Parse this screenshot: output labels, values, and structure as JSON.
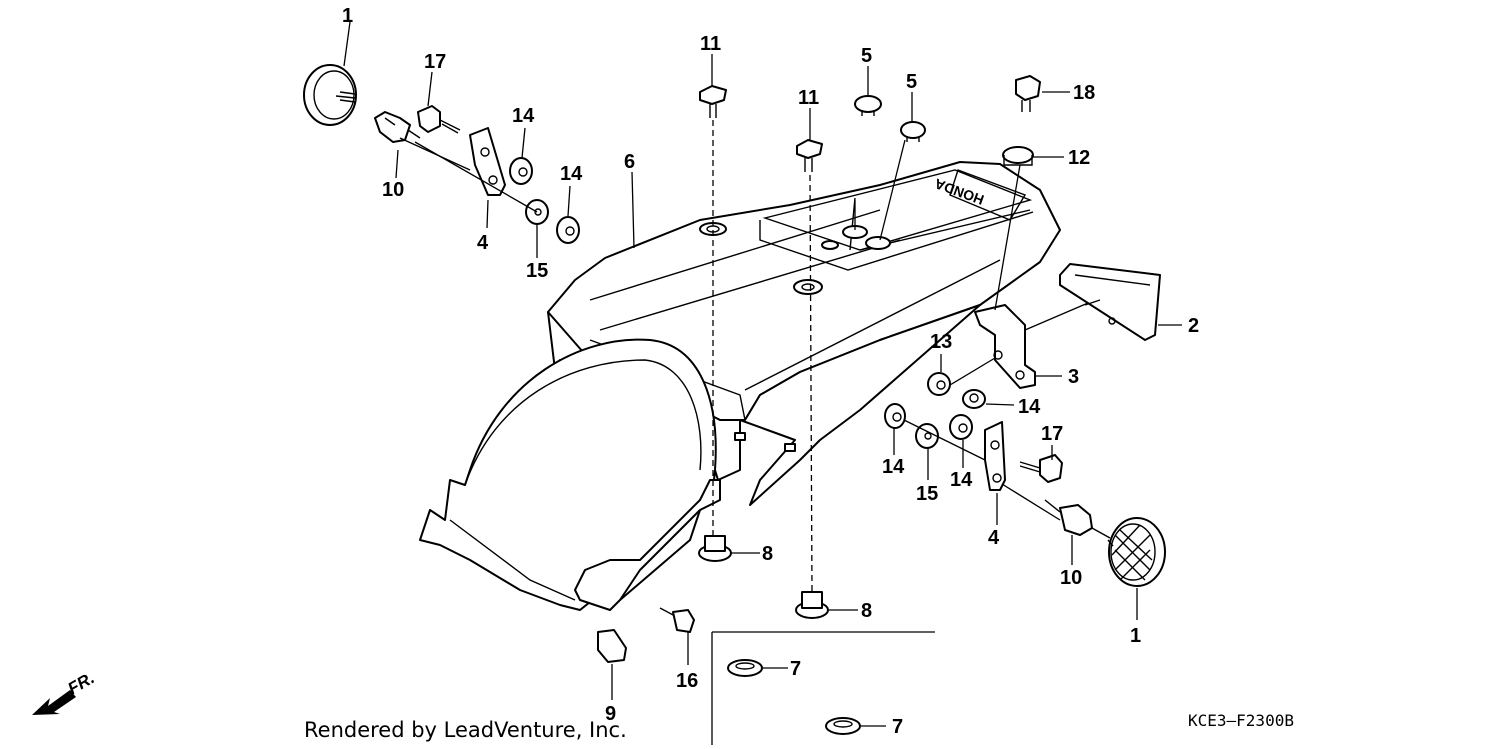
{
  "callouts": [
    "1",
    "2",
    "3",
    "4",
    "5",
    "6",
    "7",
    "8",
    "9",
    "10",
    "11",
    "12",
    "13",
    "14",
    "15",
    "16",
    "17",
    "18"
  ],
  "footer": {
    "credit": "Rendered by LeadVenture, Inc.",
    "code": "KCE3–F2300B",
    "direction": "FR."
  },
  "icons": [
    "front-direction-arrow-icon",
    "honda-logo"
  ]
}
